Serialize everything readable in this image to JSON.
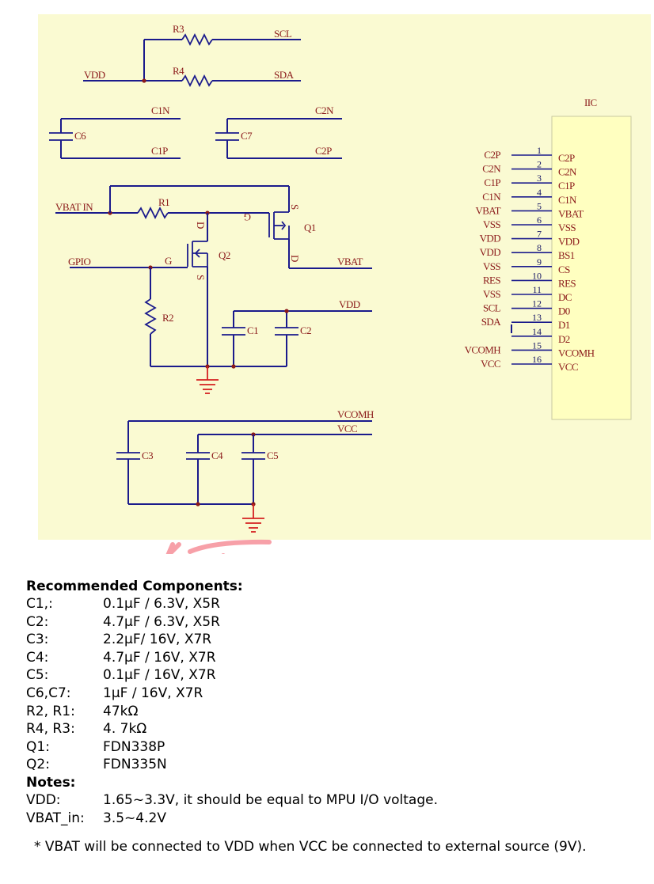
{
  "schematic": {
    "labels": {
      "r3": "R3",
      "r4": "R4",
      "scl": "SCL",
      "sda": "SDA",
      "vdd": "VDD",
      "c1n": "C1N",
      "c1p": "C1P",
      "c2n": "C2N",
      "c2p": "C2P",
      "c6": "C6",
      "c7": "C7",
      "vbat_in": "VBAT IN",
      "r1": "R1",
      "q1": "Q1",
      "q2": "Q2",
      "q1_g": "G",
      "q1_s": "S",
      "q1_d": "D",
      "q2_d": "D",
      "q2_g": "G",
      "q2_s": "S",
      "gpio": "GPIO",
      "vbat": "VBAT",
      "vdd2": "VDD",
      "r2": "R2",
      "c1": "C1",
      "c2": "C2",
      "vcomh": "VCOMH",
      "vcc": "VCC",
      "c3": "C3",
      "c4": "C4",
      "c5": "C5"
    },
    "ic": {
      "title": "IIC",
      "pins": [
        {
          "num": "1",
          "ext": "C2P",
          "name": "C2P"
        },
        {
          "num": "2",
          "ext": "C2N",
          "name": "C2N"
        },
        {
          "num": "3",
          "ext": "C1P",
          "name": "C1P"
        },
        {
          "num": "4",
          "ext": "C1N",
          "name": "C1N"
        },
        {
          "num": "5",
          "ext": "VBAT",
          "name": "VBAT"
        },
        {
          "num": "6",
          "ext": "VSS",
          "name": "VSS"
        },
        {
          "num": "7",
          "ext": "VDD",
          "name": "VDD"
        },
        {
          "num": "8",
          "ext": "VDD",
          "name": "BS1"
        },
        {
          "num": "9",
          "ext": "VSS",
          "name": "CS"
        },
        {
          "num": "10",
          "ext": "RES",
          "name": "RES"
        },
        {
          "num": "11",
          "ext": "VSS",
          "name": "DC"
        },
        {
          "num": "12",
          "ext": "SCL",
          "name": "D0"
        },
        {
          "num": "13",
          "ext": "SDA",
          "name": "D1"
        },
        {
          "num": "14",
          "ext": "",
          "name": "D2"
        },
        {
          "num": "15",
          "ext": "VCOMH",
          "name": "VCOMH"
        },
        {
          "num": "16",
          "ext": "VCC",
          "name": "VCC"
        }
      ]
    },
    "colors": {
      "background": "#fafad2",
      "wire": "#1a1a8c",
      "text": "#8b1a1a",
      "ic_body": "#ffffc0",
      "ground": "#d42020"
    }
  },
  "components": {
    "heading": "Recommended Components:",
    "rows": [
      {
        "label": "C1,:",
        "value": "0.1μF / 6.3V, X5R"
      },
      {
        "label": "C2:",
        "value": "4.7μF / 6.3V, X5R"
      },
      {
        "label": "C3:",
        "value": "2.2μF/ 16V, X7R"
      },
      {
        "label": "C4:",
        "value": "4.7μF / 16V, X7R"
      },
      {
        "label": "C5:",
        "value": "0.1μF / 16V, X7R"
      },
      {
        "label": "C6,C7:",
        "value": "1μF / 16V, X7R"
      },
      {
        "label": "R2, R1:",
        "value": "47kΩ"
      },
      {
        "label": "R4, R3:",
        "value": "4. 7kΩ"
      },
      {
        "label": "Q1:",
        "value": "FDN338P"
      },
      {
        "label": "Q2:",
        "value": "FDN335N"
      }
    ]
  },
  "notes": {
    "heading": "Notes:",
    "rows": [
      {
        "label": "VDD:",
        "value": "1.65~3.3V, it should be equal to MPU I/O voltage."
      },
      {
        "label": "VBAT_in:",
        "value": "3.5~4.2V"
      }
    ],
    "footnote": "* VBAT will be connected to VDD when VCC be connected to external source (9V)."
  }
}
